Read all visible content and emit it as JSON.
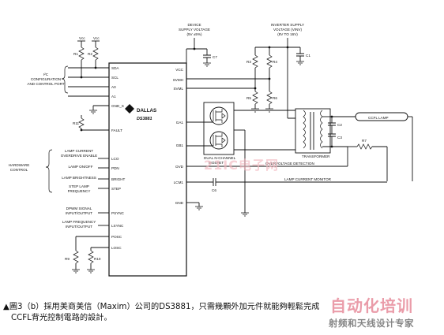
{
  "diagram": {
    "chip": {
      "brand": "DALLAS",
      "part": "DS3881"
    },
    "top_labels": {
      "device_supply": [
        "DEVICE",
        "SUPPLY VOLTAGE",
        "(5V ±5%)"
      ],
      "inverter_supply": [
        "INVERTER SUPPLY",
        "VOLTAGE (VINV)",
        "(8V TO 16V)"
      ]
    },
    "pins_left": [
      "SDA",
      "SCL",
      "A0",
      "A1",
      "GND_S",
      "FAULT",
      "LCO",
      "PDN",
      "BRIGHT",
      "STEP",
      "PSYNC",
      "LSYNC",
      "POSC",
      "LOSC"
    ],
    "pins_right": [
      "VCC",
      "SVMH",
      "SVML",
      "GA1",
      "GB1",
      "OVD",
      "LCM1",
      "GND"
    ],
    "left_groups": {
      "i2c": [
        "I²C",
        "CONFIGURATION",
        "AND CONTROL PORT"
      ],
      "hardware": [
        "HARDWARE",
        "CONTROL"
      ],
      "lamp_current": [
        "LAMP CURRENT",
        "OVERDRIVE ENABLE"
      ],
      "lamp_onoff": "LAMP ON/OFF",
      "lamp_brightness": "LAMP BRIGHTNESS",
      "step_lamp": [
        "STEP LAMP",
        "FREQUENCY"
      ],
      "dpwm": [
        "DPWM SIGNAL",
        "INPUT/OUTPUT"
      ],
      "lamp_freq": [
        "LAMP FREQUENCY",
        "INPUT/OUTPUT"
      ]
    },
    "components": {
      "vcc1": "Vcc",
      "vcc2": "Vcc",
      "r1": "R1",
      "r2": "R2",
      "r3": "R3",
      "r4": "R4",
      "r5": "R5",
      "r6": "R6",
      "r7": "R7",
      "r9": "R9",
      "r10": "R10",
      "r11": "R11",
      "c1": "C1",
      "c2": "C2",
      "c3": "C3",
      "c6": "C6",
      "c7": "C7",
      "dual_mosfet": [
        "DUAL N-CHANNEL",
        "MOSFET"
      ],
      "transformer": "TRANSFORMER",
      "ccfl_lamp": "CCFL LAMP",
      "overvoltage": "OVERVOLTAGE DETECTION",
      "lamp_current_monitor": "LAMP CURRENT MONITOR"
    }
  },
  "caption": {
    "line1": "▲圖3（b）採用美商美信（Maxim）公司的DS3881，只需幾顆外加元件就能夠輕鬆完成",
    "line2": "CCFL背光控制電路的設計。"
  },
  "watermarks": {
    "mid": "21IC电子网",
    "br_top": "自动化培训",
    "br_bottom": "射频和天线设计专家"
  }
}
